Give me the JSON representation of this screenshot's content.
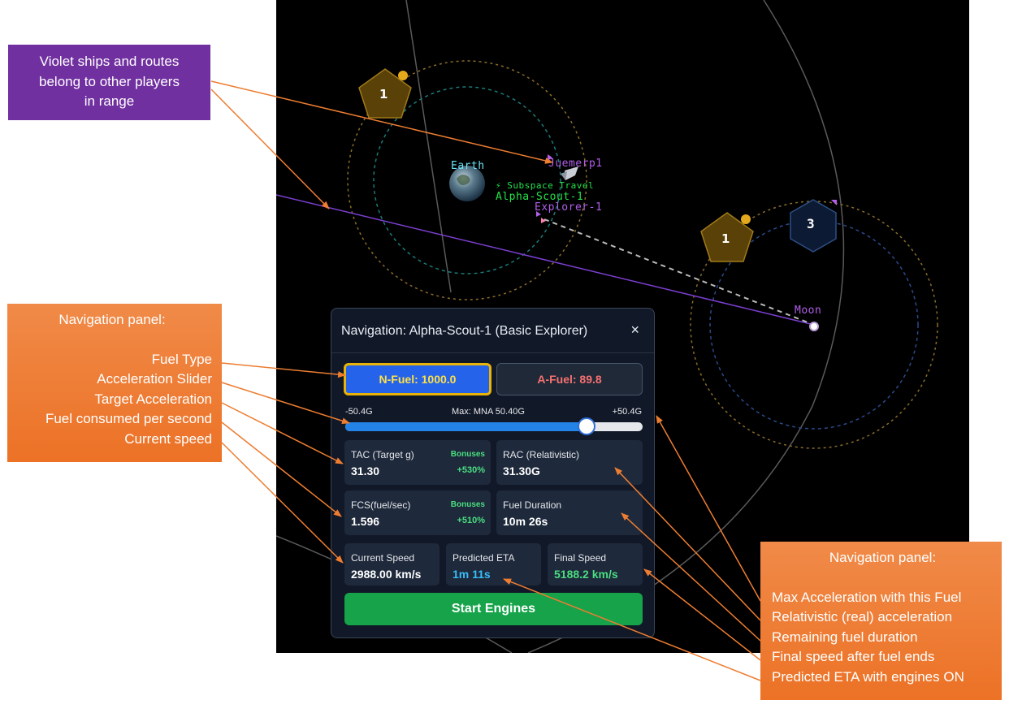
{
  "map": {
    "labels": {
      "earth": "Earth",
      "subspace": "⚡ Subspace Travel",
      "alpha": "Alpha-Scout-1",
      "other_ship": "Juemerp1",
      "explorer": "Explorer-1",
      "moon": "Moon"
    },
    "markers": {
      "left_pentagon": "1",
      "right_pentagon": "1",
      "hexagon": "3"
    },
    "colors": {
      "earth_label": "#6ae3f5",
      "alpha_label": "#22e34a",
      "violet": "#b15ee8",
      "route": "#7b3fd1"
    }
  },
  "nav": {
    "title": "Navigation: Alpha-Scout-1 (Basic Explorer)",
    "close": "×",
    "n_fuel": "N-Fuel: 1000.0",
    "a_fuel": "A-Fuel: 89.8",
    "slider": {
      "min_label": "-50.4G",
      "max_center_label": "Max: MNA 50.40G",
      "max_label": "+50.4G",
      "min": -50.4,
      "max": 50.4,
      "value": 31.3
    },
    "tac": {
      "label": "TAC (Target g)",
      "value": "31.30",
      "bonus_label": "Bonuses",
      "bonus": "+530%"
    },
    "rac": {
      "label": "RAC (Relativistic)",
      "value": "31.30G"
    },
    "fcs": {
      "label": "FCS(fuel/sec)",
      "value": "1.596",
      "bonus_label": "Bonuses",
      "bonus": "+510%"
    },
    "fuel_duration": {
      "label": "Fuel Duration",
      "value": "10m 26s"
    },
    "current_speed": {
      "label": "Current Speed",
      "value": "2988.00 km/s"
    },
    "eta": {
      "label": "Predicted ETA",
      "value": "1m 11s"
    },
    "final_speed": {
      "label": "Final Speed",
      "value": "5188.2 km/s"
    },
    "start": "Start Engines"
  },
  "callouts": {
    "violet": [
      "Violet ships and routes",
      "belong to other players",
      "in range"
    ],
    "left_title": "Navigation panel:",
    "left_items": [
      "Fuel Type",
      "Acceleration Slider",
      "Target Acceleration",
      "Fuel consumed per second",
      "Current speed"
    ],
    "right_title": "Navigation panel:",
    "right_items": [
      "Max Acceleration with this Fuel",
      "Relativistic (real) acceleration",
      "Remaining fuel duration",
      "Final speed after fuel ends",
      "Predicted ETA with engines ON"
    ]
  },
  "colors": {
    "accent_orange": "#ed7d31",
    "callout_violet": "#7030a0",
    "panel_bg": "#111827",
    "start_green": "#16a34a"
  }
}
